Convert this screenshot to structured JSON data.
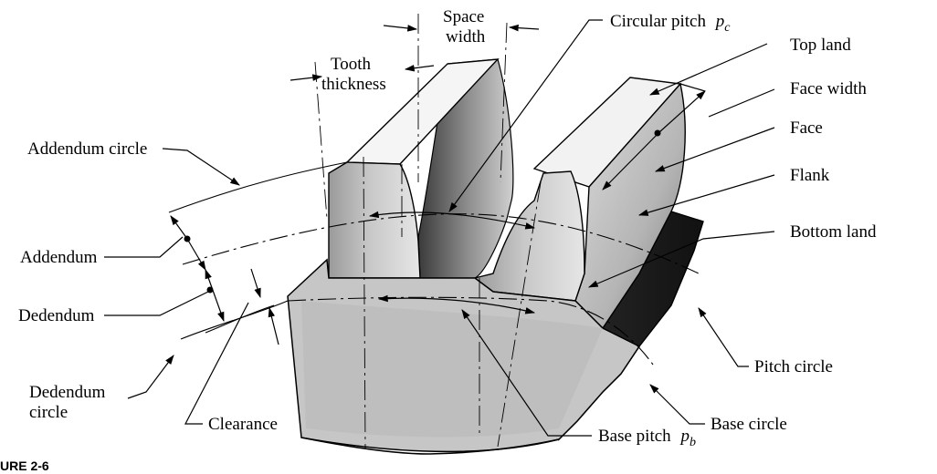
{
  "labels": {
    "space_width_1": "Space",
    "space_width_2": "width",
    "tooth_thickness_1": "Tooth",
    "tooth_thickness_2": "thickness",
    "circular_pitch": "Circular pitch",
    "circular_pitch_symbol": "p",
    "circular_pitch_sub": "c",
    "top_land": "Top land",
    "face_width": "Face width",
    "face": "Face",
    "flank": "Flank",
    "bottom_land": "Bottom land",
    "addendum_circle": "Addendum circle",
    "addendum": "Addendum",
    "dedendum": "Dedendum",
    "dedendum_circle_1": "Dedendum",
    "dedendum_circle_2": "circle",
    "clearance": "Clearance",
    "pitch_circle": "Pitch circle",
    "base_circle": "Base circle",
    "base_pitch": "Base pitch",
    "base_pitch_symbol": "p",
    "base_pitch_sub": "b",
    "figure_caption": "URE 2-6"
  },
  "colors": {
    "ink": "#000000",
    "paper": "#ffffff"
  }
}
